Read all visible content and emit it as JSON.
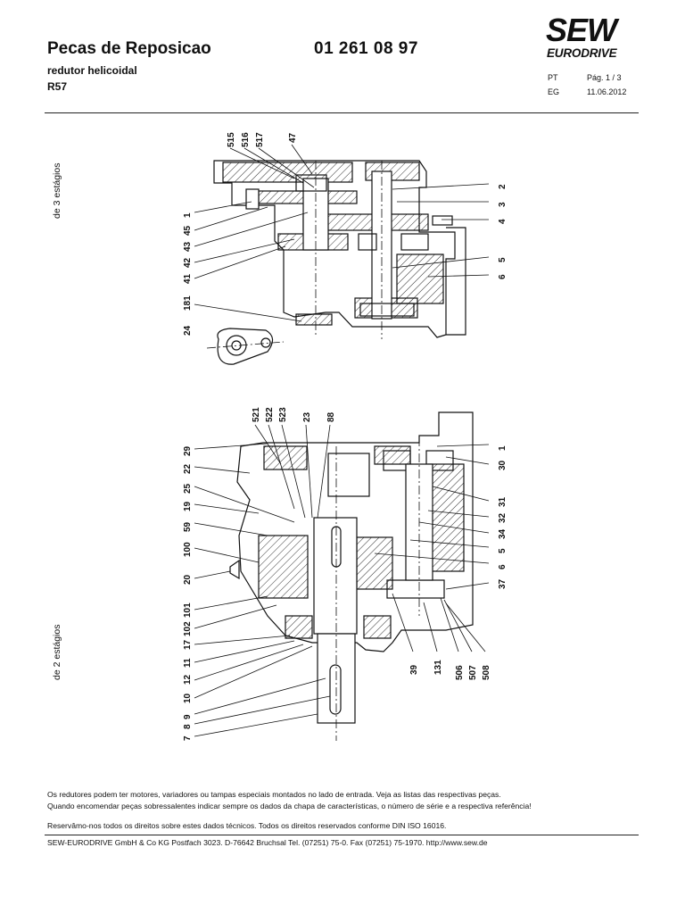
{
  "header": {
    "title": "Pecas de Reposicao",
    "part_number": "01 261 08 97",
    "subtitle": "redutor helicoidal",
    "model": "R57",
    "lang_label": "PT",
    "page_label": "Pág. 1 / 3",
    "edition_label": "EG",
    "date": "11.06.2012"
  },
  "logo": {
    "line1": "SEW",
    "line2": "EURODRIVE"
  },
  "drawing_top": {
    "section_label": "de 3 estágios",
    "callouts_top": [
      "515",
      "516",
      "517",
      "47"
    ],
    "callouts_left": [
      "1",
      "45",
      "43",
      "42",
      "41",
      "181",
      "24"
    ],
    "callouts_right": [
      "2",
      "3",
      "4",
      "5",
      "6"
    ]
  },
  "drawing_bottom": {
    "section_label": "de 2 estágios",
    "callouts_top": [
      "521",
      "522",
      "523",
      "23",
      "88"
    ],
    "callouts_left": [
      "29",
      "22",
      "25",
      "19",
      "59",
      "100",
      "20",
      "101",
      "102",
      "17",
      "11",
      "12",
      "10",
      "9",
      "8",
      "7"
    ],
    "callouts_right": [
      "1",
      "30",
      "31",
      "32",
      "34",
      "5",
      "6",
      "37"
    ],
    "callouts_bottom": [
      "39",
      "131",
      "506",
      "507",
      "508"
    ]
  },
  "footer": {
    "note1": "Os redutores podem ter motores, variadores ou tampas especiais montados no lado de entrada. Veja as listas das respectivas peças.",
    "note2": "Quando encomendar peças sobressalentes indicar sempre os dados da chapa de características, o número de série e a respectiva referência!",
    "rights": "Reservâmo-nos todos os direitos sobre estes dados técnicos. Todos os direitos reservados conforme DIN ISO 16016.",
    "address": "SEW-EURODRIVE GmbH & Co KG Postfach 3023. D-76642 Bruchsal Tel. (07251) 75-0. Fax (07251) 75-1970. http://www.sew.de"
  }
}
